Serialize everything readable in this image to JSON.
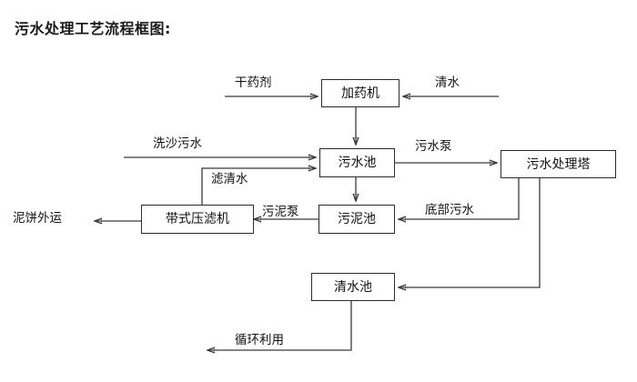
{
  "title": "污水处理工艺流程框图:",
  "nodes": {
    "dosing_machine": "加药机",
    "sewage_pool": "污水池",
    "treatment_tower": "污水处理塔",
    "sludge_pool": "污泥池",
    "belt_filter_press": "带式压滤机",
    "clean_water_pool": "清水池"
  },
  "edge_labels": {
    "dry_agent": "干药剂",
    "clean_water_in": "清水",
    "sand_wash_sewage": "洗沙污水",
    "filtrate_clear_water": "滤清水",
    "sewage_pump": "污水泵",
    "bottom_sewage": "底部污水",
    "sludge_pump": "污泥泵",
    "mud_cake_out": "泥饼外运",
    "recycle_use": "循环利用"
  },
  "colors": {
    "line": "#3a3a3a",
    "box_border": "#2b2b2b",
    "text": "#111111",
    "background": "#ffffff"
  }
}
